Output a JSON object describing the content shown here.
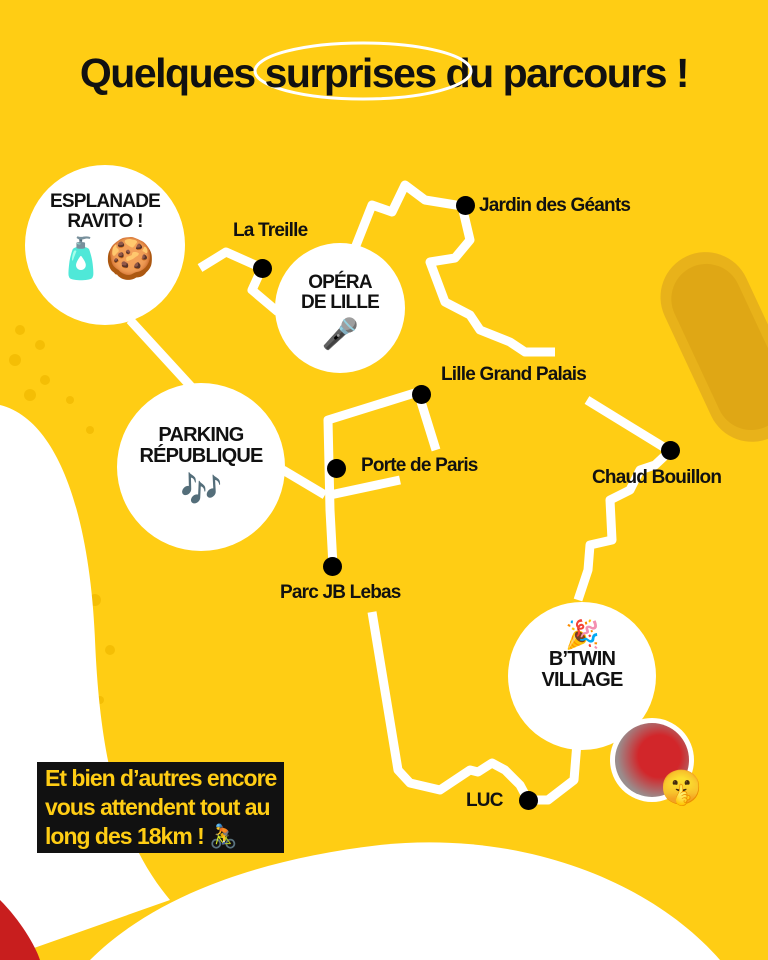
{
  "title": {
    "before": "Quelques ",
    "highlight": "surprises",
    "after": " du parcours !"
  },
  "places": {
    "la_treille": "La Treille",
    "jardin": "Jardin des Géants",
    "lille_grand_palais": "Lille Grand Palais",
    "porte_de_paris": "Porte de Paris",
    "chaud_bouillon": "Chaud Bouillon",
    "parc_jb_lebas": "Parc JB Lebas",
    "luc": "LUC"
  },
  "highlights": {
    "esplanade": {
      "line1": "ESPLANADE",
      "line2": "RAVITO !",
      "icons": "🧴🍪"
    },
    "opera": {
      "line1": "OPÉRA",
      "line2": "DE LILLE",
      "icon": "🎤"
    },
    "parking": {
      "line1": "PARKING",
      "line2": "RÉPUBLIQUE",
      "icon": "🎶"
    },
    "btwin": {
      "line1": "B’TWIN",
      "line2": "VILLAGE",
      "icon": "🎉",
      "emoji": "🤫"
    }
  },
  "note": {
    "line1": "Et bien d’autres encore",
    "line2": "vous attendent tout au",
    "line3": "long des 18km ! 🚴"
  },
  "colors": {
    "background": "#FFCD14",
    "route": "#FFFFFF",
    "accent": "#C81E1E"
  }
}
